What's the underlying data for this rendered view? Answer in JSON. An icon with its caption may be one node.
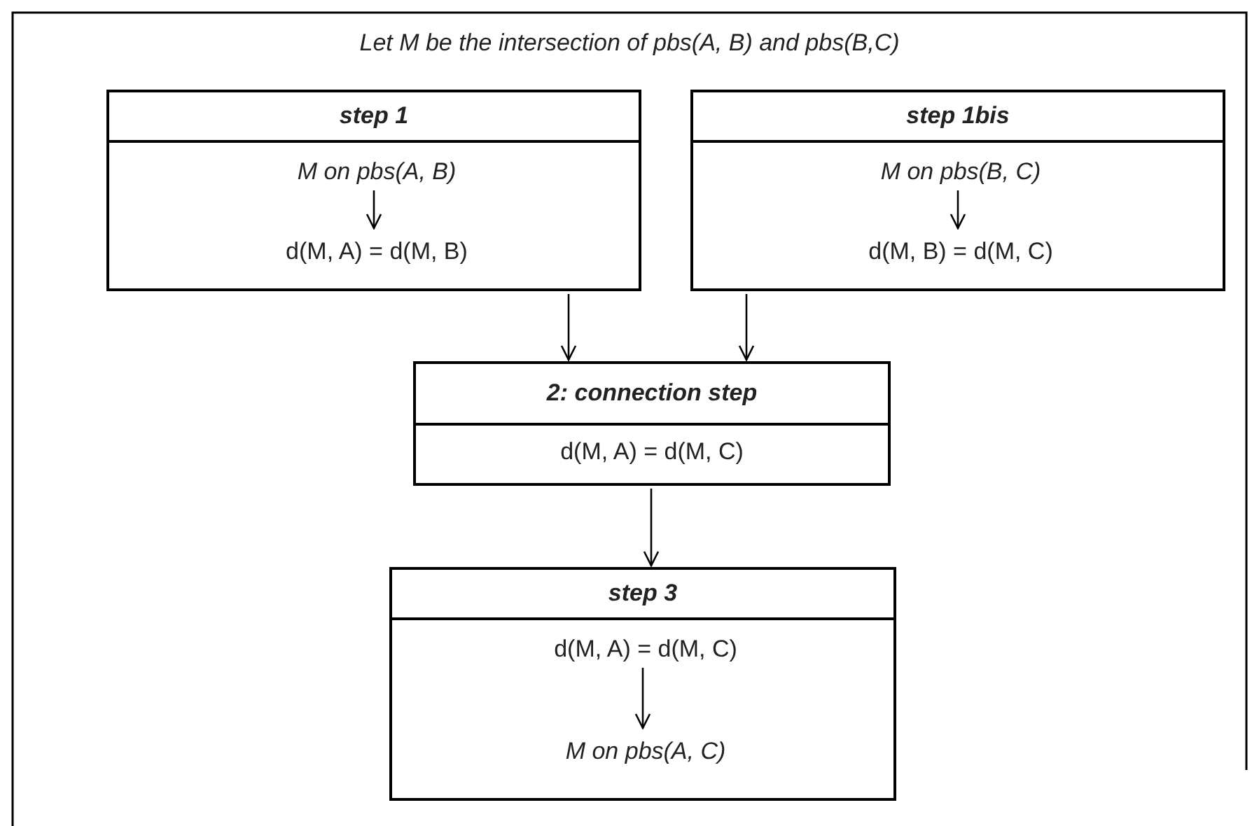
{
  "diagram": {
    "title": "Let M be the intersection of pbs(A, B) and pbs(B,C)",
    "nodes": [
      {
        "text": [
          "step 1"
        ]
      },
      {
        "text": [
          "M on pbs(A, B)"
        ],
        "in": 0
      },
      {
        "text": [
          "d(M, A) = d(M, B)"
        ],
        "in": 0
      },
      {
        "text": [
          "step 1bis"
        ]
      },
      {
        "text": [
          "M on pbs(B, C)"
        ],
        "in": 3
      },
      {
        "text": [
          "d(M, B) = d(M, C)"
        ],
        "in": 3
      },
      {
        "text": [
          "2: connection step",
          "d(M, A) = d(M, C)"
        ]
      },
      {
        "text": [
          "step 3"
        ]
      },
      {
        "text": [
          "d(M, A) = d(M, C)"
        ],
        "in": 7
      },
      {
        "text": [
          "M on pbs(A, C)"
        ],
        "in": 7
      }
    ],
    "edges": [
      {
        "from": 1,
        "to": 2,
        "arrow": "to"
      },
      {
        "from": 4,
        "to": 5,
        "arrow": "to"
      },
      {
        "from": 0,
        "to": 6,
        "arrow": "to"
      },
      {
        "from": 3,
        "to": 6,
        "arrow": "to"
      },
      {
        "from": 6,
        "to": 7,
        "arrow": "to"
      },
      {
        "from": 8,
        "to": 9,
        "arrow": "to"
      }
    ]
  }
}
